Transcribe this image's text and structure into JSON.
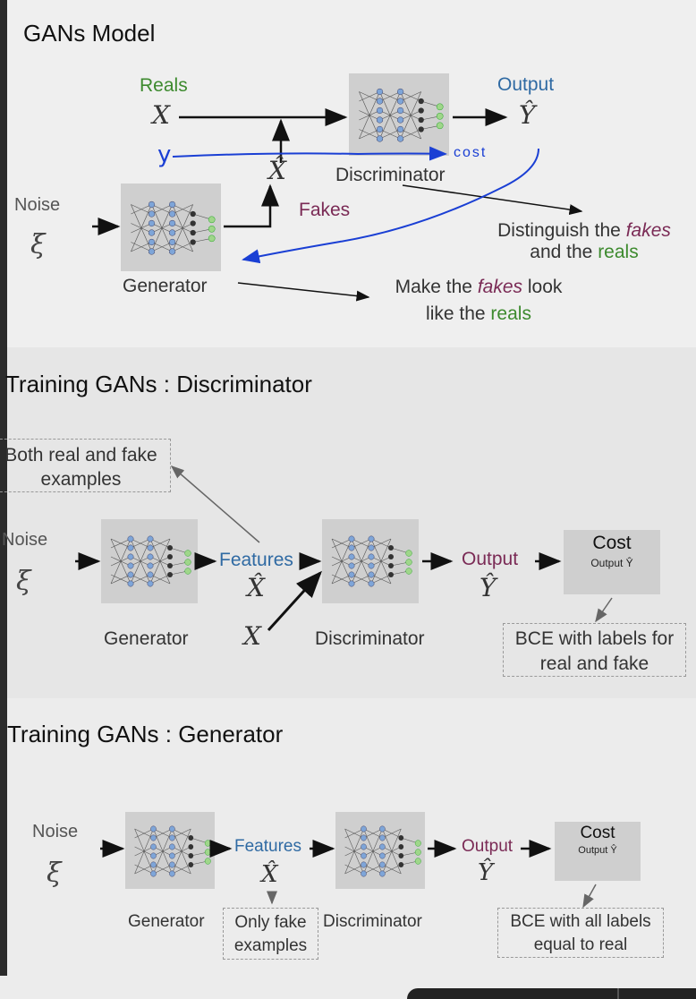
{
  "section1": {
    "title": "GANs Model",
    "reals": "Reals",
    "x": "X",
    "output": "Output",
    "y_hat": "Ŷ",
    "x_hat": "X̂",
    "handwritten_y": "y",
    "handwritten_cost": "cost",
    "discriminator": "Discriminator",
    "fakes": "Fakes",
    "noise": "Noise",
    "xi": "ξ",
    "generator": "Generator",
    "distinguish_pre": "Distinguish the ",
    "distinguish_fakes": "fakes",
    "distinguish_mid": "and the ",
    "distinguish_reals": "reals",
    "make_pre": "Make the ",
    "make_fakes": "fakes",
    "make_post": " look",
    "make_like": "like the ",
    "make_reals": "reals"
  },
  "section2": {
    "title": "Training GANs : Discriminator",
    "both_note_1": "Both real and fake",
    "both_note_2": "examples",
    "noise": "Noise",
    "xi": "ξ",
    "features": "Features",
    "x_hat": "X̂",
    "x": "X",
    "generator": "Generator",
    "discriminator": "Discriminator",
    "output": "Output",
    "y_hat": "Ŷ",
    "cost": "Cost",
    "cost_sub": "Output Ŷ",
    "bce_1": "BCE with labels for",
    "bce_2": "real and fake"
  },
  "section3": {
    "title": "Training GANs : Generator",
    "noise": "Noise",
    "xi": "ξ",
    "features": "Features",
    "x_hat": "X̂",
    "generator": "Generator",
    "only_fake_1": "Only fake",
    "only_fake_2": "examples",
    "discriminator": "Discriminator",
    "output": "Output",
    "y_hat": "Ŷ",
    "cost": "Cost",
    "cost_sub": "Output Ŷ",
    "bce_1": "BCE with all labels",
    "bce_2": "equal to real"
  }
}
